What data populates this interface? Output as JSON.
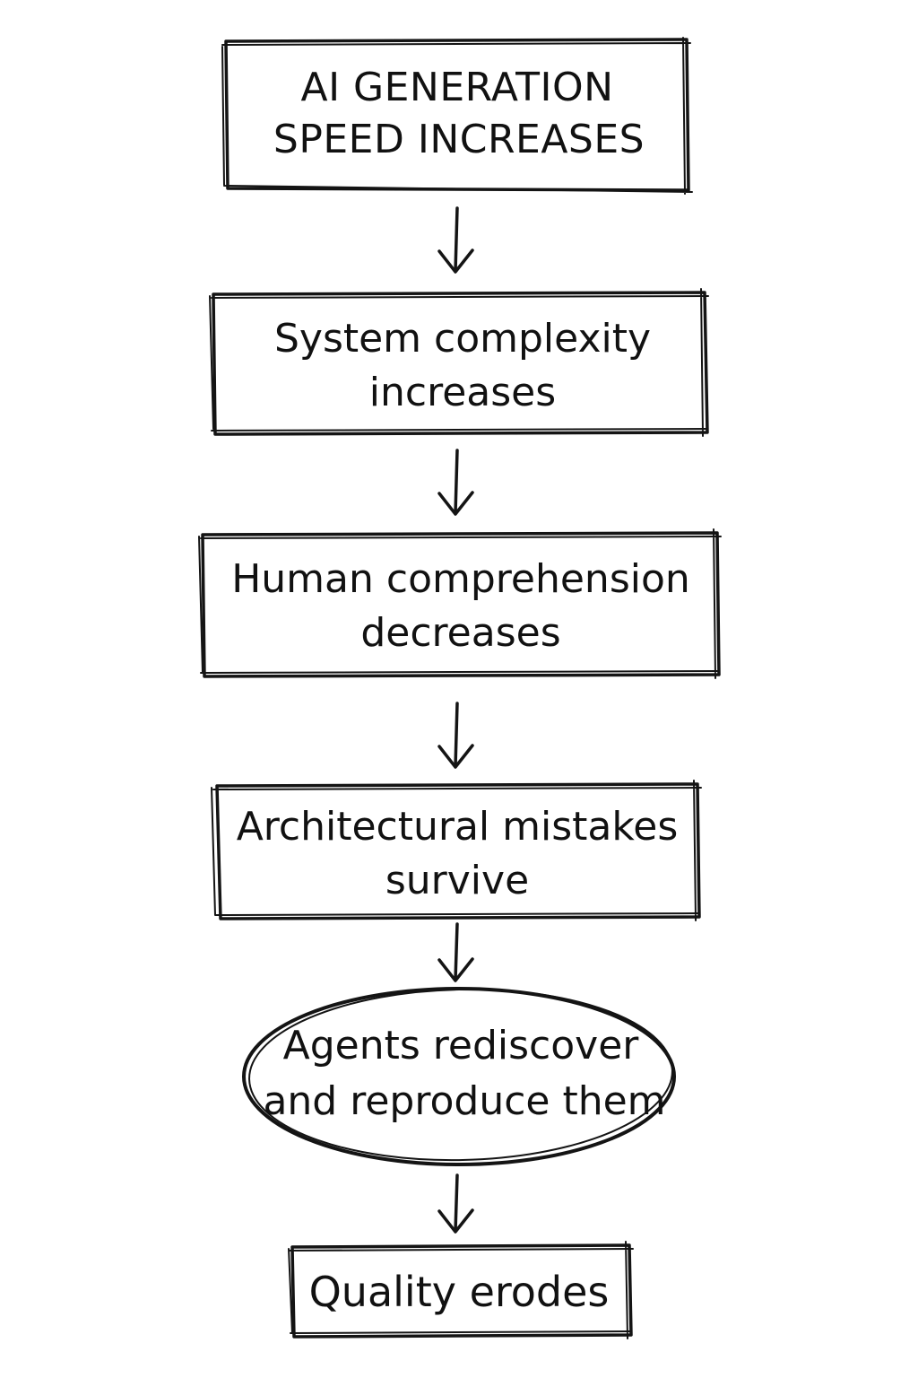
{
  "flow": {
    "steps": [
      {
        "line1": "AI GENERATION",
        "line2": "SPEED INCREASES"
      },
      {
        "line1": "System complexity",
        "line2": "increases"
      },
      {
        "line1": "Human comprehension",
        "line2": "decreases"
      },
      {
        "line1": "Architectural mistakes",
        "line2": "survive"
      },
      {
        "line1": "Agents rediscover",
        "line2": "and reproduce them"
      },
      {
        "line1": "Quality erodes"
      }
    ]
  },
  "colors": {
    "ink": "#141414",
    "background": "#ffffff"
  }
}
